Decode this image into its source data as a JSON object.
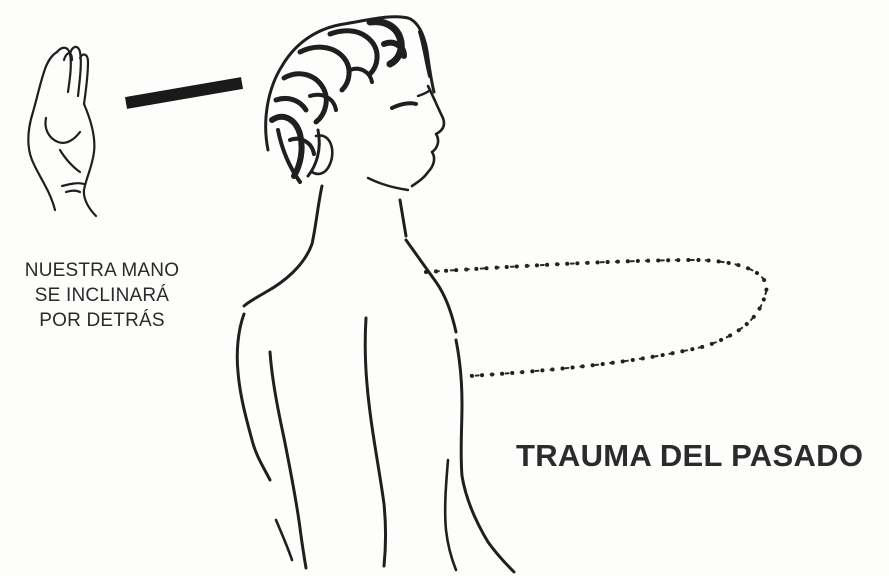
{
  "caption": {
    "line1": "NUESTRA MANO",
    "line2": "SE INCLINARÁ",
    "line3": "POR DETRÁS"
  },
  "title": "TRAUMA DEL PASADO",
  "colors": {
    "ink": "#1f1f1f",
    "paper": "#fdfdfb"
  },
  "icons": [
    "hand-icon",
    "person-profile-illustration"
  ]
}
